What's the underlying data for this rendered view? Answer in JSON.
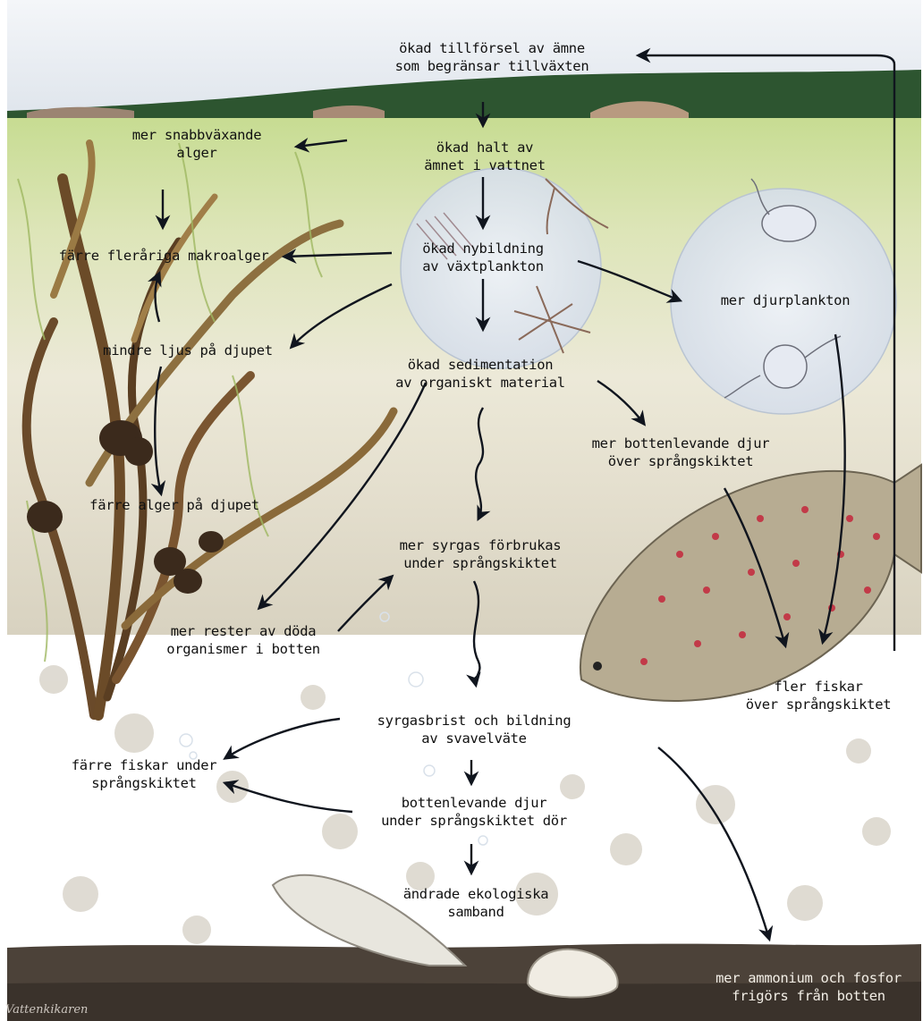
{
  "top_label": {
    "line1": "ökad tillförsel av ämne",
    "line2": "som begränsar tillväxten"
  },
  "center_chain": {
    "halt": {
      "line1": "ökad halt av",
      "line2": "ämnet i vattnet"
    },
    "nybildning": {
      "line1": "ökad nybildning",
      "line2": "av växtplankton"
    },
    "sedimentation": {
      "line1": "ökad sedimentation",
      "line2": "av organiskt material"
    },
    "syrgas": {
      "line1": "mer syrgas förbrukas",
      "line2": "under språngskiktet"
    },
    "syrgasbrist": {
      "line1": "syrgasbrist och bildning",
      "line2": "av svavelväte"
    },
    "bottendjur_dor": {
      "line1": "bottenlevande djur",
      "line2": "under språngskiktet dör"
    },
    "andrade": {
      "line1": "ändrade ekologiska",
      "line2": "samband"
    }
  },
  "left_chain": {
    "snabbvaxande": {
      "line1": "mer snabbväxande",
      "line2": "alger"
    },
    "makroalger": "färre fleråriga makroalger",
    "ljus": "mindre ljus på djupet",
    "alger_djupet": "färre alger på djupet",
    "rester": {
      "line1": "mer rester av döda",
      "line2": "organismer i botten"
    },
    "farre_fiskar": {
      "line1": "färre fiskar under",
      "line2": "språngskiktet"
    }
  },
  "right_chain": {
    "djurplankton": "mer djurplankton",
    "bottenlevande_over": {
      "line1": "mer bottenlevande djur",
      "line2": "över språngskiktet"
    },
    "fler_fiskar": {
      "line1": "fler fiskar",
      "line2": "över språngskiktet"
    },
    "ammonium": {
      "line1": "mer ammonium och fosfor",
      "line2": "frigörs från botten"
    }
  },
  "signature": "Vattenkikaren",
  "colors": {
    "sky": "#e8ecf2",
    "land": "#2f5a2f",
    "water_top": "#cfe0a0",
    "water_mid": "#e8e8d6",
    "sediment": "#ddd8c8",
    "bottom": "#4a423a",
    "fish": "#b9ad92",
    "spots": "#c23a48"
  }
}
